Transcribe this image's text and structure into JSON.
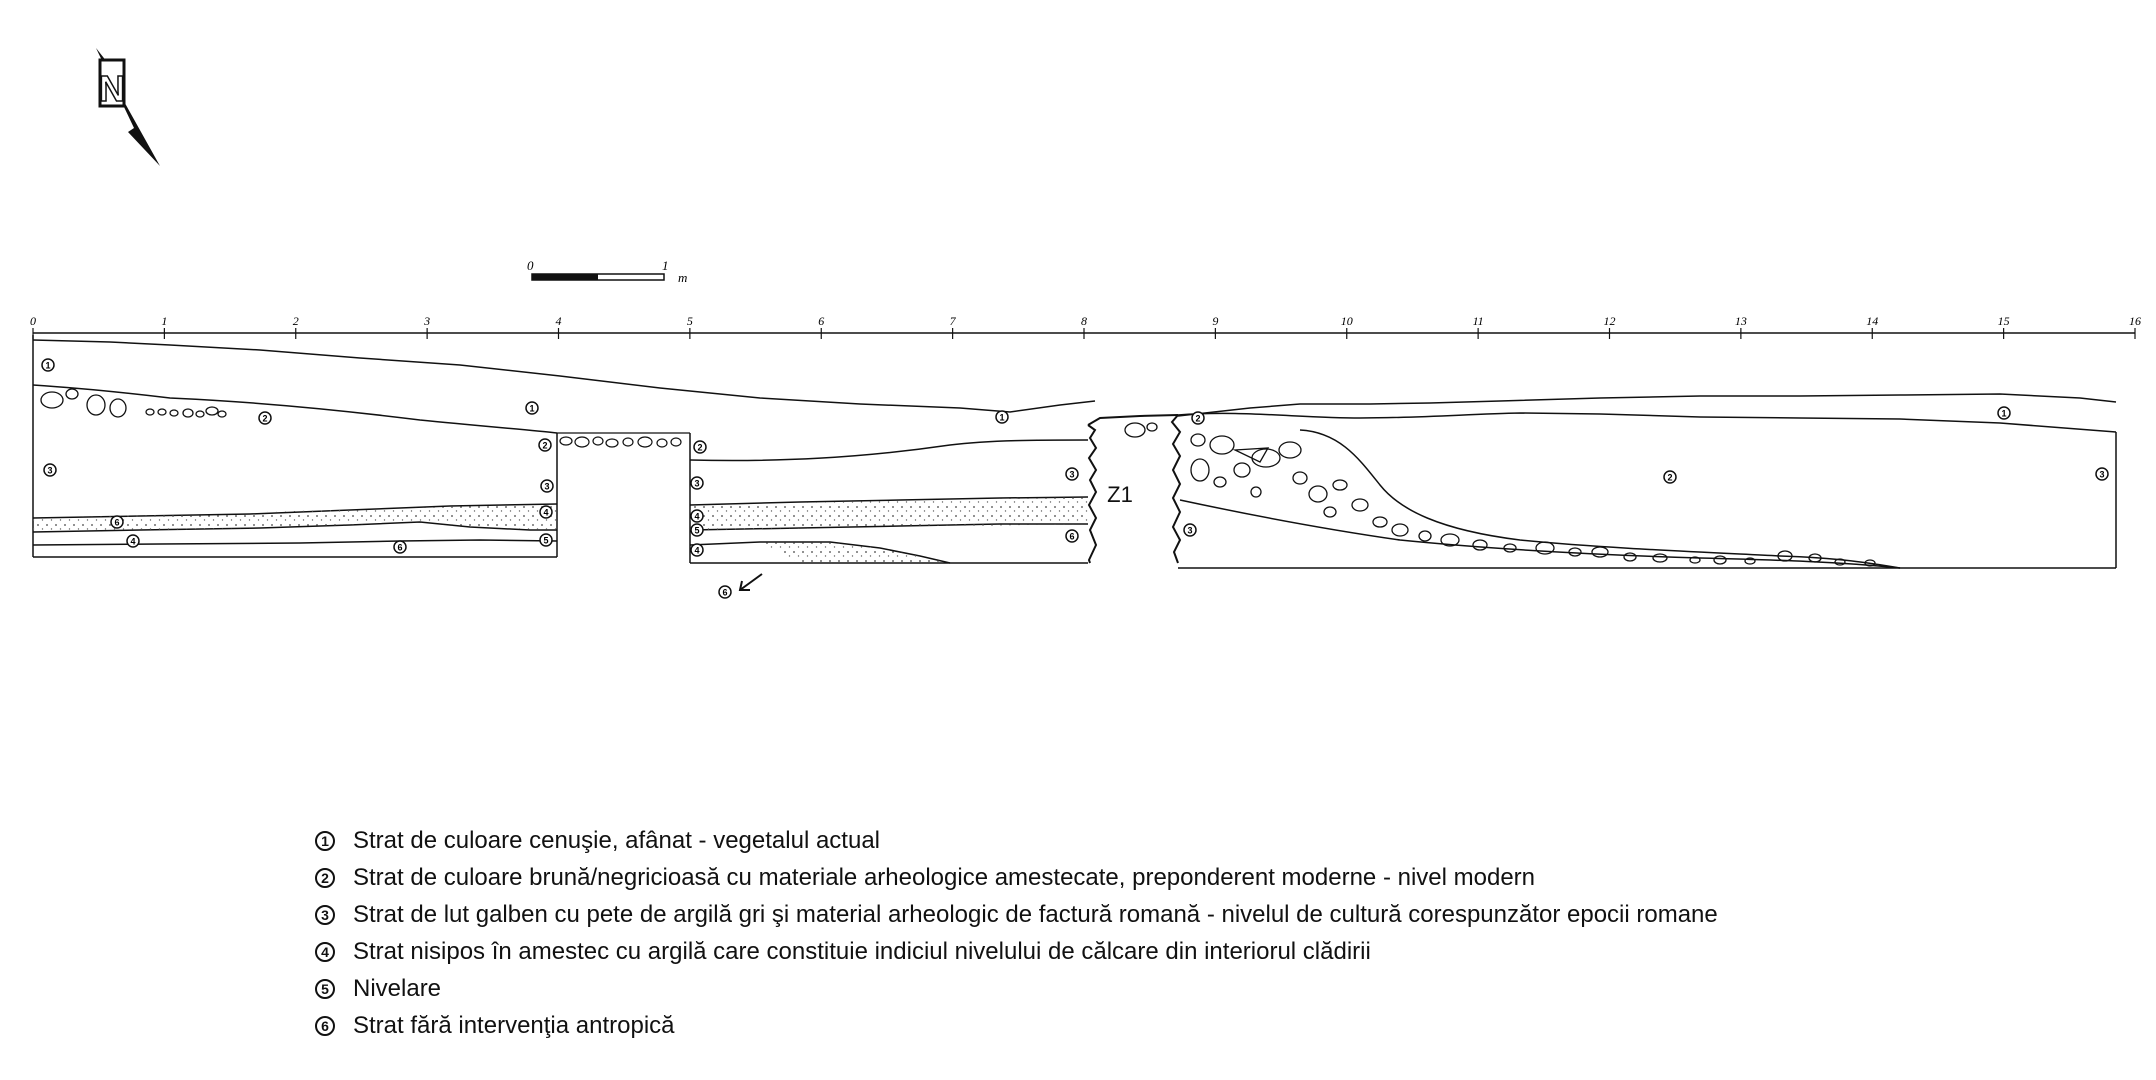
{
  "north_label": "N",
  "scale": {
    "start_label": "0",
    "end_label": "1",
    "unit": "m"
  },
  "ruler_ticks": [
    "0",
    "1",
    "2",
    "3",
    "4",
    "5",
    "6",
    "7",
    "8",
    "9",
    "10",
    "11",
    "12",
    "13",
    "14",
    "15",
    "16"
  ],
  "feature_label": "Z1",
  "legend": [
    {
      "num": "1",
      "text": "Strat de culoare cenuşie, afânat - vegetalul actual"
    },
    {
      "num": "2",
      "text": "Strat de culoare brună/negricioasă cu materiale arheologice amestecate, preponderent moderne - nivel modern"
    },
    {
      "num": "3",
      "text": "Strat de lut galben cu pete de argilă gri şi material arheologic de factură romană - nivelul de cultură corespunzător epocii romane"
    },
    {
      "num": "4",
      "text": "Strat nisipos în amestec cu argilă care constituie indiciul nivelului de călcare din interiorul clădirii"
    },
    {
      "num": "5",
      "text": "Nivelare"
    },
    {
      "num": "6",
      "text": "Strat fără intervenţia antropică"
    }
  ]
}
